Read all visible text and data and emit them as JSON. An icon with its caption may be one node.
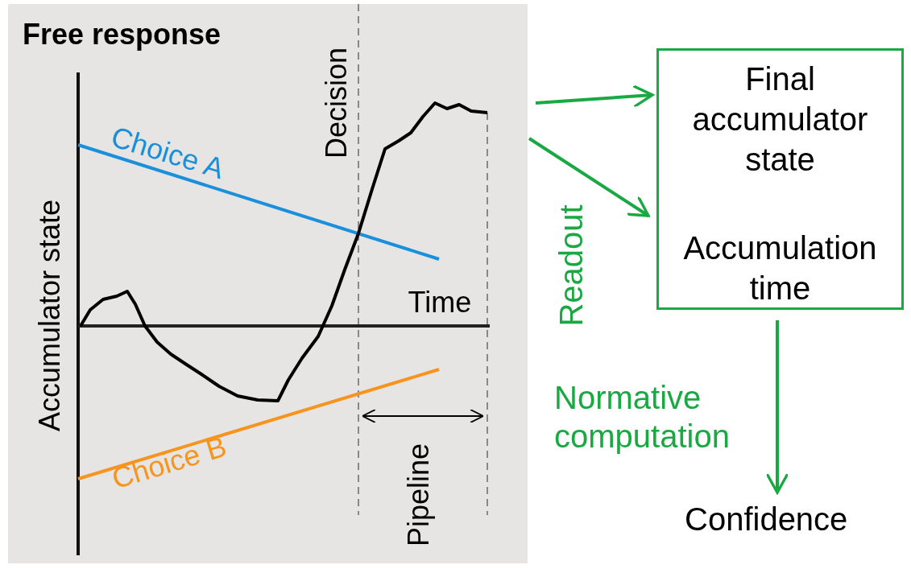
{
  "diagram": {
    "nodes": [
      {
        "text": [
          "Free response"
        ]
      },
      {
        "text": [
          "Final accumulator state",
          "Accumulation time"
        ]
      },
      {
        "text": [
          "Confidence"
        ]
      }
    ],
    "edges": [
      {
        "from": 0,
        "to": 1,
        "arrow": "to"
      },
      {
        "from": 0,
        "to": 1,
        "arrow": "to",
        "label": "Readout"
      },
      {
        "from": 1,
        "to": 2,
        "arrow": "to",
        "label": "Normative computation"
      }
    ],
    "labels": [
      "Decision",
      "Choice A",
      "Accumulator state",
      "Time",
      "Choice B",
      "Pipeline"
    ]
  }
}
